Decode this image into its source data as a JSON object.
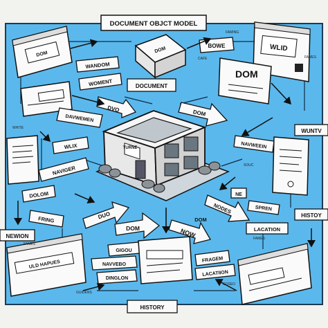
{
  "title": "DOCUMENT OBJCT MODEL",
  "colors": {
    "background": "#5bb8ec",
    "ink": "#111111",
    "paper": "#fafafa",
    "frame": "#f2f2ee"
  },
  "center_image": "house-icon",
  "center_sign": "TURNE",
  "labels": {
    "dom_top": "DOM",
    "wandom": "WANDOM",
    "woment": "WOMENT",
    "document": "DOCUMENT",
    "bowe": "BOWE",
    "dom_right": "DOM",
    "davwemen": "DAVWEMEN",
    "dvo": "DVO",
    "dom_arrow": "DOM",
    "wuntv": "WUNTV",
    "wlix": "WLIX",
    "navweein": "NAVWEEIN",
    "naviger": "NAVIGER",
    "dolom": "DOLOM",
    "fring": "FRING",
    "newion": "NEWION",
    "duo": "DUO",
    "dom_mid": "DOM",
    "now": "NOW",
    "dom_nodes": "DOM",
    "nodes": "NODES",
    "ne": "NE",
    "spren": "SPREN",
    "lacation": "LACATION",
    "histoy": "HISTOY",
    "uld_hapues": "ULD HAPUES",
    "gigou": "GIGOU",
    "navvebo": "NAVVEBO",
    "dinglon": "DINGLON",
    "fragem": "FRAGEM",
    "lacatiion": "LACATIION",
    "history": "HISTORY",
    "wlid": "WLID",
    "dom_window": "DOM",
    "white": "WHITE"
  },
  "small_notes": {
    "faming": "FAMING",
    "cafe": "CAFE",
    "fames_tr": "FAMES",
    "fames_l": "FAMES",
    "soue": "SOUC",
    "fames_br": "FAMES",
    "gudens": "GUIDENS",
    "coseo": "COSEO"
  }
}
